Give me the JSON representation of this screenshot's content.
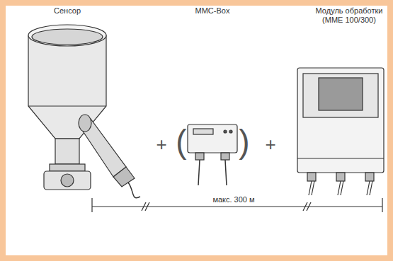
{
  "diagram": {
    "nodes": [
      {
        "text": [
          "Сенсор"
        ]
      },
      {
        "text": [
          "MMC-Box"
        ]
      },
      {
        "text": [
          "Модуль обработки (MME 100/300)"
        ]
      }
    ],
    "labels": [
      "+",
      "(",
      ")",
      "+",
      "макс. 300 м"
    ]
  }
}
